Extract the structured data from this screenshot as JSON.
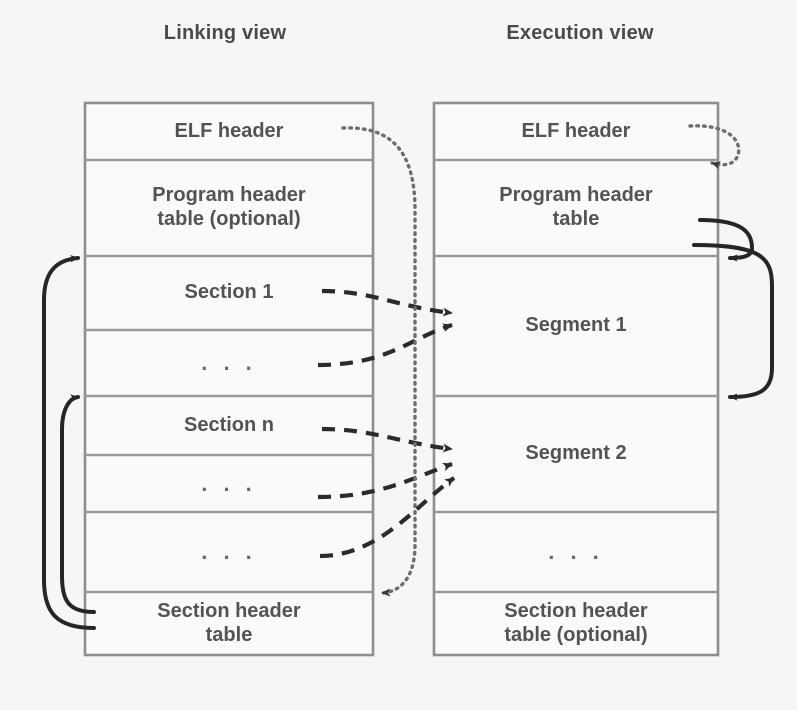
{
  "diagram": {
    "title_left": "Linking view",
    "title_right": "Execution view",
    "colors": {
      "background": "#f7f6f4",
      "box_border": "#8e8e8e",
      "text": "#555253",
      "arrow_solid": "#262626",
      "arrow_dashed": "#2b2b2b",
      "arrow_dotted": "#6e6e6e"
    },
    "linking_view": {
      "rows": [
        {
          "label": "ELF header",
          "kind": "text"
        },
        {
          "label": "Program header\ntable (optional)",
          "kind": "text"
        },
        {
          "label": "Section 1",
          "kind": "text"
        },
        {
          "label": ". . .",
          "kind": "dots"
        },
        {
          "label": "Section n",
          "kind": "text"
        },
        {
          "label": ". . .",
          "kind": "dots"
        },
        {
          "label": ". . .",
          "kind": "dots"
        },
        {
          "label": "Section header\ntable",
          "kind": "text"
        }
      ]
    },
    "execution_view": {
      "rows": [
        {
          "label": "ELF header",
          "kind": "text"
        },
        {
          "label": "Program header\ntable",
          "kind": "text"
        },
        {
          "label": "Segment 1",
          "kind": "text"
        },
        {
          "label": "Segment 2",
          "kind": "text"
        },
        {
          "label": ". . .",
          "kind": "dots"
        },
        {
          "label": "Section header\ntable (optional)",
          "kind": "text"
        }
      ]
    },
    "connections": [
      {
        "name": "section-1-to-segment-1",
        "style": "dashed"
      },
      {
        "name": "section-dots-to-segment-1",
        "style": "dashed"
      },
      {
        "name": "section-n-to-segment-2",
        "style": "dashed"
      },
      {
        "name": "section-dots2-to-segment-2",
        "style": "dashed"
      },
      {
        "name": "section-dots3-to-segment-2",
        "style": "dashed"
      },
      {
        "name": "elf-header-to-section-header-table",
        "style": "dotted"
      },
      {
        "name": "elf-header-to-program-header-table",
        "style": "dotted"
      },
      {
        "name": "section-header-table-to-section-1",
        "style": "solid"
      },
      {
        "name": "section-header-table-to-section-n",
        "style": "solid"
      },
      {
        "name": "program-header-table-to-segment-1",
        "style": "solid"
      },
      {
        "name": "program-header-table-to-segment-2",
        "style": "solid"
      }
    ]
  }
}
